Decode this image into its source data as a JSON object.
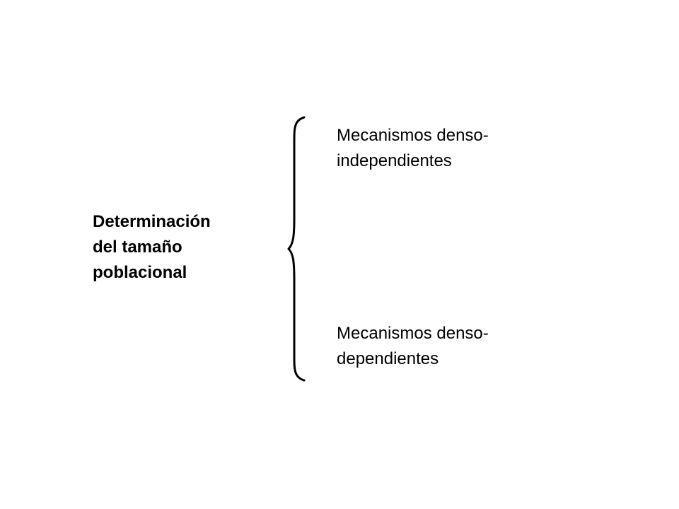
{
  "diagram": {
    "root": {
      "lines": [
        "Determinación",
        "del tamaño",
        "poblacional"
      ]
    },
    "branches": [
      {
        "lines": [
          "Mecanismos denso-",
          "independientes"
        ]
      },
      {
        "lines": [
          "Mecanismos denso-",
          "dependientes"
        ]
      }
    ],
    "colors": {
      "text": "#000000",
      "background": "#ffffff"
    }
  }
}
